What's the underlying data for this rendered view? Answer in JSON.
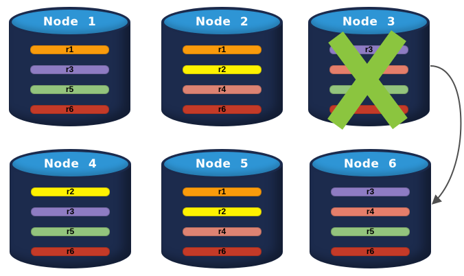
{
  "figure": {
    "palette": {
      "background": "#FFFFFF",
      "cylinder_body": "#1C2B4D",
      "cylinder_top": "#2E95D5",
      "cylinder_border": "#1B2A4C",
      "title_text": "#FFFFFF",
      "bar_text": "#000000"
    }
  },
  "nodes": [
    {
      "title": "Node 1",
      "bars": [
        {
          "label": "r1",
          "color": "#F99B0C"
        },
        {
          "label": "r3",
          "color": "#8E7CC3"
        },
        {
          "label": "r5",
          "color": "#93C47D"
        },
        {
          "label": "r6",
          "color": "#C43A28"
        }
      ]
    },
    {
      "title": "Node 2",
      "bars": [
        {
          "label": "r1",
          "color": "#F99B0C"
        },
        {
          "label": "r2",
          "color": "#FEF200"
        },
        {
          "label": "r4",
          "color": "#DD8373"
        },
        {
          "label": "r6",
          "color": "#C43A28"
        }
      ]
    },
    {
      "title": "Node 3",
      "bars": [
        {
          "label": "r3",
          "color": "#8E7CC3"
        },
        {
          "label": "",
          "color": "#E57E6B"
        },
        {
          "label": "",
          "color": "#93C47D"
        },
        {
          "label": "",
          "color": "#C43A28"
        }
      ]
    },
    {
      "title": "Node 4",
      "bars": [
        {
          "label": "r2",
          "color": "#FEF200"
        },
        {
          "label": "r3",
          "color": "#8E7CC3"
        },
        {
          "label": "r5",
          "color": "#93C47D"
        },
        {
          "label": "r6",
          "color": "#C43A28"
        }
      ]
    },
    {
      "title": "Node 5",
      "bars": [
        {
          "label": "r1",
          "color": "#F99B0C"
        },
        {
          "label": "r2",
          "color": "#FEF200"
        },
        {
          "label": "r4",
          "color": "#DD8373"
        },
        {
          "label": "r6",
          "color": "#C43A28"
        }
      ]
    },
    {
      "title": "Node 6",
      "bars": [
        {
          "label": "r3",
          "color": "#8E7CC3"
        },
        {
          "label": "r4",
          "color": "#E57E6B"
        },
        {
          "label": "r5",
          "color": "#93C47D"
        },
        {
          "label": "r6",
          "color": "#C43A28"
        }
      ]
    }
  ],
  "overlay": {
    "x_color": "#8BC53F",
    "arrow_color": "#4F4F4F"
  }
}
